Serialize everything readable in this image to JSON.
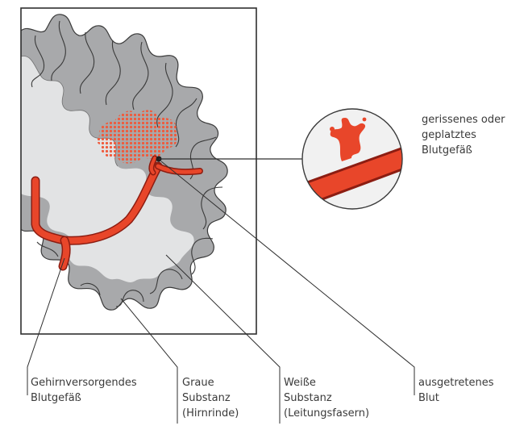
{
  "labels": {
    "vessel_rupture": [
      "gerissenes oder",
      "geplatztes",
      "Blutgefäß"
    ],
    "supplying_vessel": [
      "Gehirnversorgendes",
      "Blutgefäß"
    ],
    "grey_matter": [
      "Graue",
      "Substanz",
      "(Hirnrinde)"
    ],
    "white_matter": [
      "Weiße",
      "Substanz",
      "(Leitungsfasern)"
    ],
    "leaked_blood": [
      "ausgetretenes",
      "Blut"
    ]
  },
  "colors": {
    "vessel": "#e8462a",
    "vessel_outline": "#8c1d12",
    "blood_dots": "#ef5a3c",
    "grey_matter": "#a8a9ab",
    "white_matter": "#e2e3e4",
    "outline": "#3a3a3a"
  }
}
